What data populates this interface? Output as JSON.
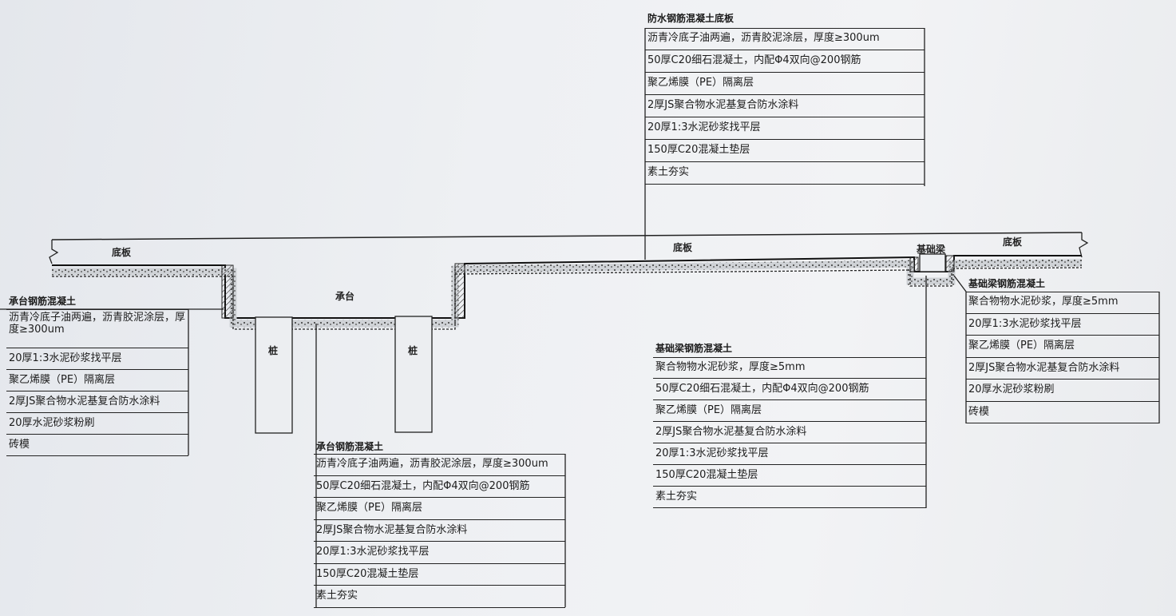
{
  "labels": {
    "slab_left": "底板",
    "slab_center": "底板",
    "slab_right": "底板",
    "pile_cap": "承台",
    "pile_1": "桩",
    "pile_2": "桩",
    "foundation_beam": "基础梁"
  },
  "tables": [
    {
      "id": "slab-spec",
      "title": "防水钢筋混凝土底板",
      "rows": [
        "沥青冷底子油两遍，沥青胶泥涂层，厚度≥300um",
        "50厚C20细石混凝土，内配Φ4双向@200钢筋",
        "聚乙烯膜（PE）隔离层",
        "2厚JS聚合物水泥基复合防水涂料",
        "20厚1:3水泥砂浆找平层",
        "150厚C20混凝土垫层",
        "素土夯实"
      ]
    },
    {
      "id": "pile-cap-side-spec",
      "title": "承台钢筋混凝土",
      "rows": [
        "沥青冷底子油两遍，沥青胶泥涂层，厚度≥300um",
        "20厚1:3水泥砂浆找平层",
        "聚乙烯膜（PE）隔离层",
        "2厚JS聚合物水泥基复合防水涂料",
        "20厚水泥砂浆粉刷",
        "砖模"
      ]
    },
    {
      "id": "pile-cap-bottom-spec",
      "title": "承台钢筋混凝土",
      "rows": [
        "沥青冷底子油两遍，沥青胶泥涂层，厚度≥300um",
        "50厚C20细石混凝土，内配Φ4双向@200钢筋",
        "聚乙烯膜（PE）隔离层",
        "2厚JS聚合物水泥基复合防水涂料",
        "20厚1:3水泥砂浆找平层",
        "150厚C20混凝土垫层",
        "素土夯实"
      ]
    },
    {
      "id": "beam-bottom-spec",
      "title": "基础梁钢筋混凝土",
      "rows": [
        "聚合物物水泥砂浆，厚度≥5mm",
        "50厚C20细石混凝土，内配Φ4双向@200钢筋",
        "聚乙烯膜（PE）隔离层",
        "2厚JS聚合物水泥基复合防水涂料",
        "20厚1:3水泥砂浆找平层",
        "150厚C20混凝土垫层",
        "素土夯实"
      ]
    },
    {
      "id": "beam-side-spec",
      "title": "基础梁钢筋混凝土",
      "rows": [
        "聚合物物水泥砂浆，厚度≥5mm",
        "20厚1:3水泥砂浆找平层",
        "聚乙烯膜（PE）隔离层",
        "2厚JS聚合物水泥基复合防水涂料",
        "20厚水泥砂浆粉刷",
        "砖模"
      ]
    }
  ]
}
